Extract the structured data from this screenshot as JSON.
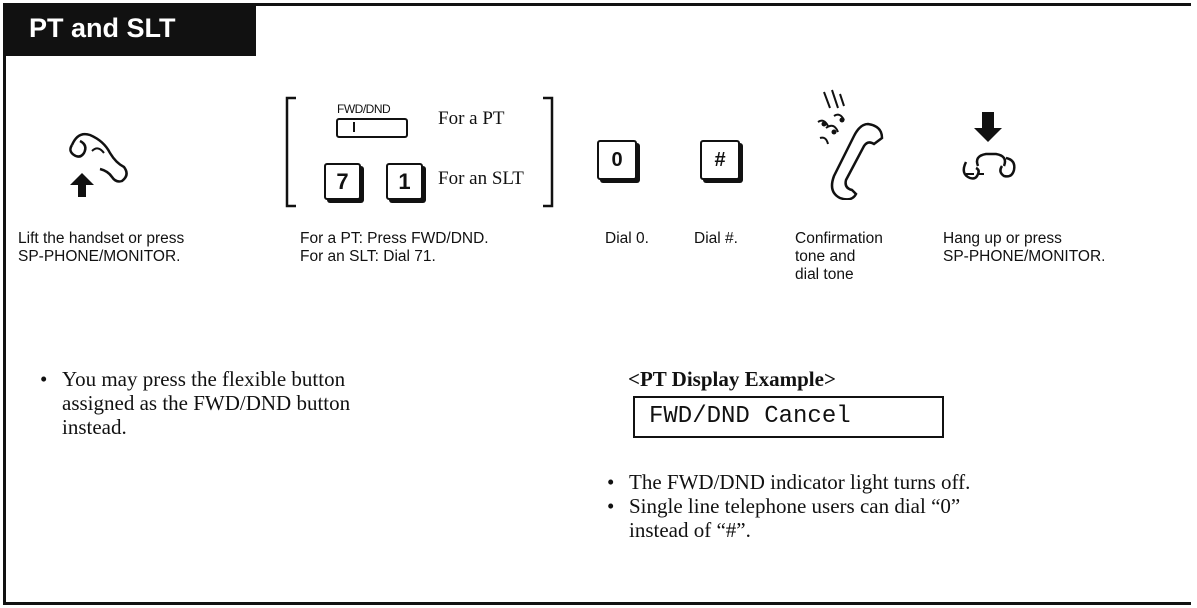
{
  "header": {
    "title": "PT and SLT"
  },
  "steps": [
    {
      "caption_line1": "Lift the handset or press",
      "caption_line2": "SP-PHONE/MONITOR."
    },
    {
      "fwd_label": "FWD/DND",
      "pt_label": "For a PT",
      "slt_label": "For an SLT",
      "key_7": "7",
      "key_1": "1",
      "caption_line1": "For a PT: Press FWD/DND.",
      "caption_line2": "For an SLT: Dial 71."
    },
    {
      "key": "0",
      "caption": "Dial 0."
    },
    {
      "key": "#",
      "caption": "Dial #."
    },
    {
      "caption_line1": "Confirmation",
      "caption_line2": "tone and",
      "caption_line3": "dial tone"
    },
    {
      "caption_line1": "Hang up or press",
      "caption_line2": "SP-PHONE/MONITOR."
    }
  ],
  "left_note": {
    "line1": "You may press the flexible button",
    "line2": "assigned as the FWD/DND button",
    "line3": "instead."
  },
  "display_example": {
    "heading": "<PT Display Example>",
    "lcd_text": "FWD/DND Cancel"
  },
  "right_notes": {
    "note1": "The FWD/DND indicator light turns off.",
    "note2_line1": "Single line telephone users can dial “0”",
    "note2_line2": "instead of “#”."
  }
}
